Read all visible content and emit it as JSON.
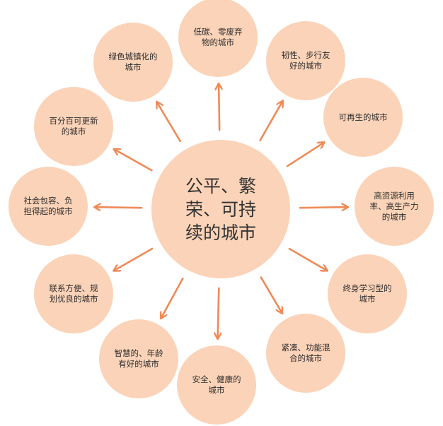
{
  "colors": {
    "circle": "#fbd3b8",
    "arrow": "#ef8a57",
    "text": "#2e2e2e"
  },
  "center": {
    "label": "公平、繁荣、可持续的城市"
  },
  "nodes": [
    {
      "label": "低碳、零废弃物的城市"
    },
    {
      "label": "韧性、步行友好的城市"
    },
    {
      "label": "可再生的城市"
    },
    {
      "label": "高资源利用率、高生产力的城市"
    },
    {
      "label": "终身学习型的城市"
    },
    {
      "label": "紧凑、功能混合的城市"
    },
    {
      "label": "安全、健康的城市"
    },
    {
      "label": "智慧的、年龄有好的城市"
    },
    {
      "label": "联系方便、规划优良的城市"
    },
    {
      "label": "社会包容、负担得起的城市"
    },
    {
      "label": "百分百可更新的城市"
    },
    {
      "label": "绿色城镇化的城市"
    }
  ]
}
